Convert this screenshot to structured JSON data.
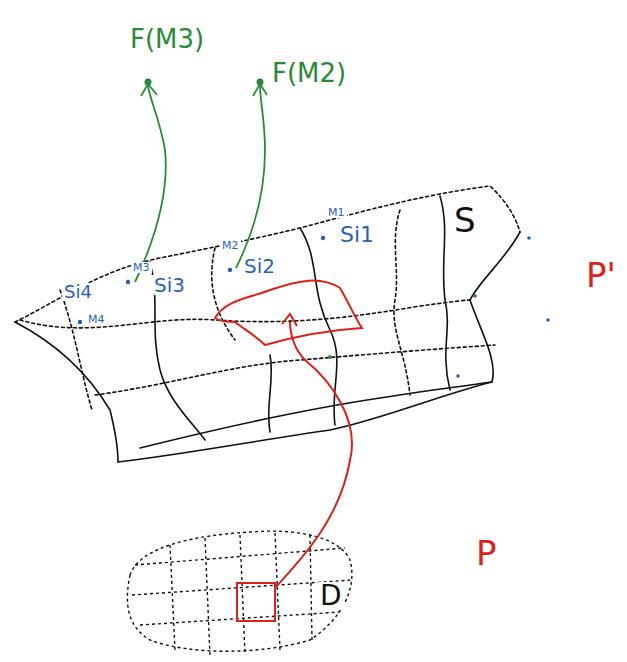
{
  "diagram": {
    "labels": [
      "F(M3)",
      "F(M2)",
      "M1",
      "Si1",
      "M2",
      "Si2",
      "M3",
      "Si3",
      "M4",
      "Si4",
      "S",
      "P'",
      "P",
      "D"
    ]
  }
}
